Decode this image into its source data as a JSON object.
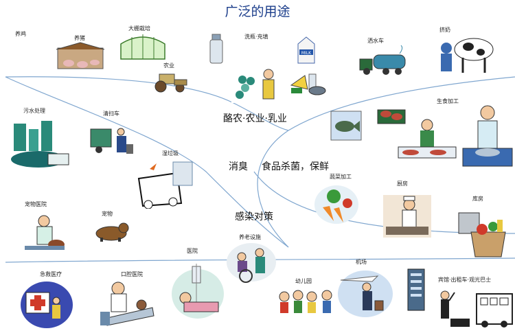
{
  "title": "广泛的用途",
  "categories": {
    "dairy": "酪农·农业·乳业",
    "deodor": "消臭",
    "food": "食品杀菌，保鲜",
    "infection": "感染对策"
  },
  "labels": {
    "chicken": "养鸡",
    "pig": "养猪",
    "greenhouse": "大棚栽培",
    "agriculture": "农业",
    "bottle": "洗瓶·充填",
    "water_truck": "洒水车",
    "milking": "挤奶",
    "sewage": "污水处理",
    "garbage_truck": "清扫车",
    "trash": "湿垃圾",
    "raw_food": "生食加工",
    "vegetable": "蔬菜加工",
    "kitchen": "厨房",
    "warehouse": "库房",
    "pet_hospital": "宠物医院",
    "pet": "宠物",
    "elderly": "养老设施",
    "hospital": "医院",
    "emergency": "急救医疗",
    "dental": "口腔医院",
    "kindergarten": "幼儿园",
    "airport": "机场",
    "hotel": "宾馆·出租车·观光巴士"
  },
  "colors": {
    "title": "#1a3c8a",
    "lines": "#7fa6cf"
  }
}
